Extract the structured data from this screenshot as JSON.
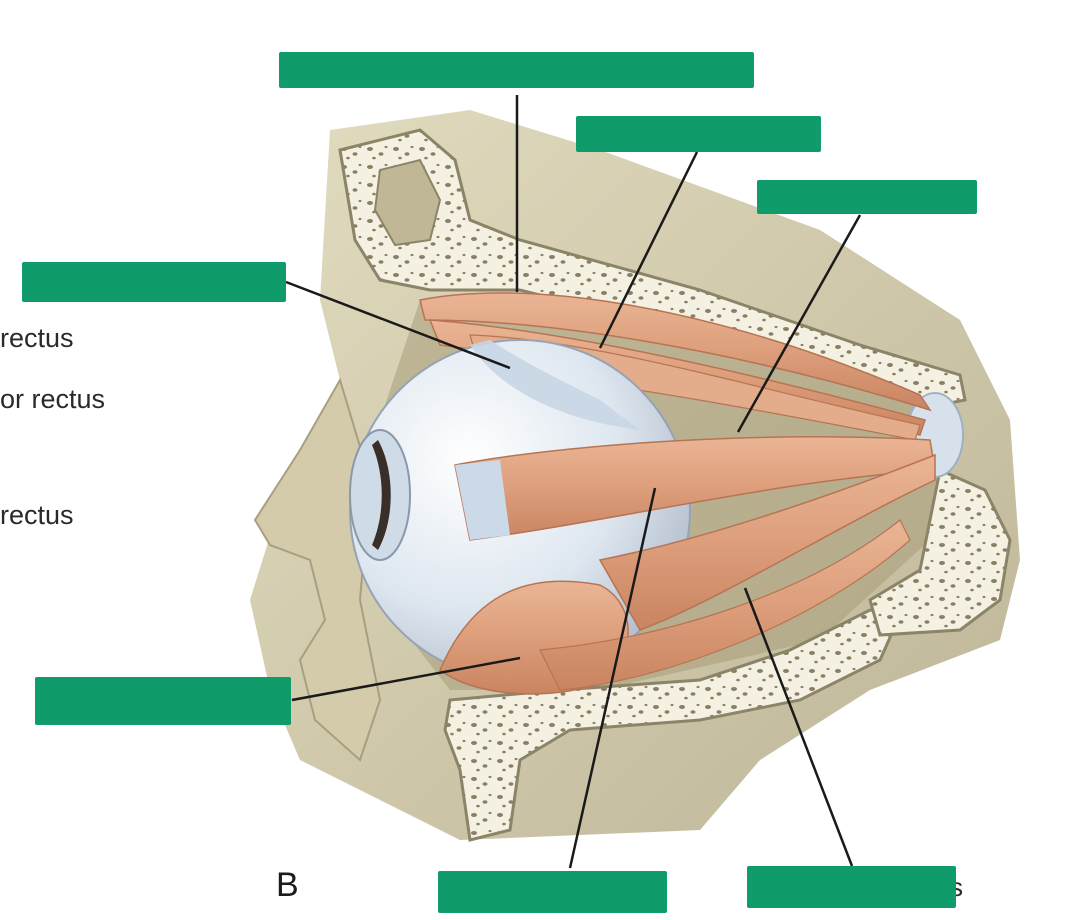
{
  "figure": {
    "letter": "B",
    "visible_labels": [
      "rectus",
      "or rectus",
      "rectus"
    ],
    "partial_label_fragment": "s"
  },
  "colors": {
    "cover": "#109b6a",
    "muscle": "#e0a783",
    "muscle_dark": "#c9825e",
    "tendon": "#c9d8e8",
    "bone": "#d8d2b5",
    "bone_light": "#f4f0e0",
    "eye": "#e4ecf4",
    "line": "#1a1a1a"
  },
  "icons": {
    "answer_box": "green-rectangle"
  }
}
